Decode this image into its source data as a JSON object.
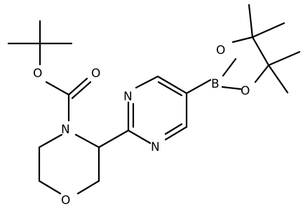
{
  "molecule": {
    "atoms": {
      "o_carbonyl": "O",
      "o_ester": "O",
      "n_morpholine": "N",
      "o_morpholine": "O",
      "n_pyrimidine_top": "N",
      "n_pyrimidine_bottom": "N",
      "boron": "B",
      "o_boronate_top": "O",
      "o_boronate_bottom": "O"
    }
  }
}
